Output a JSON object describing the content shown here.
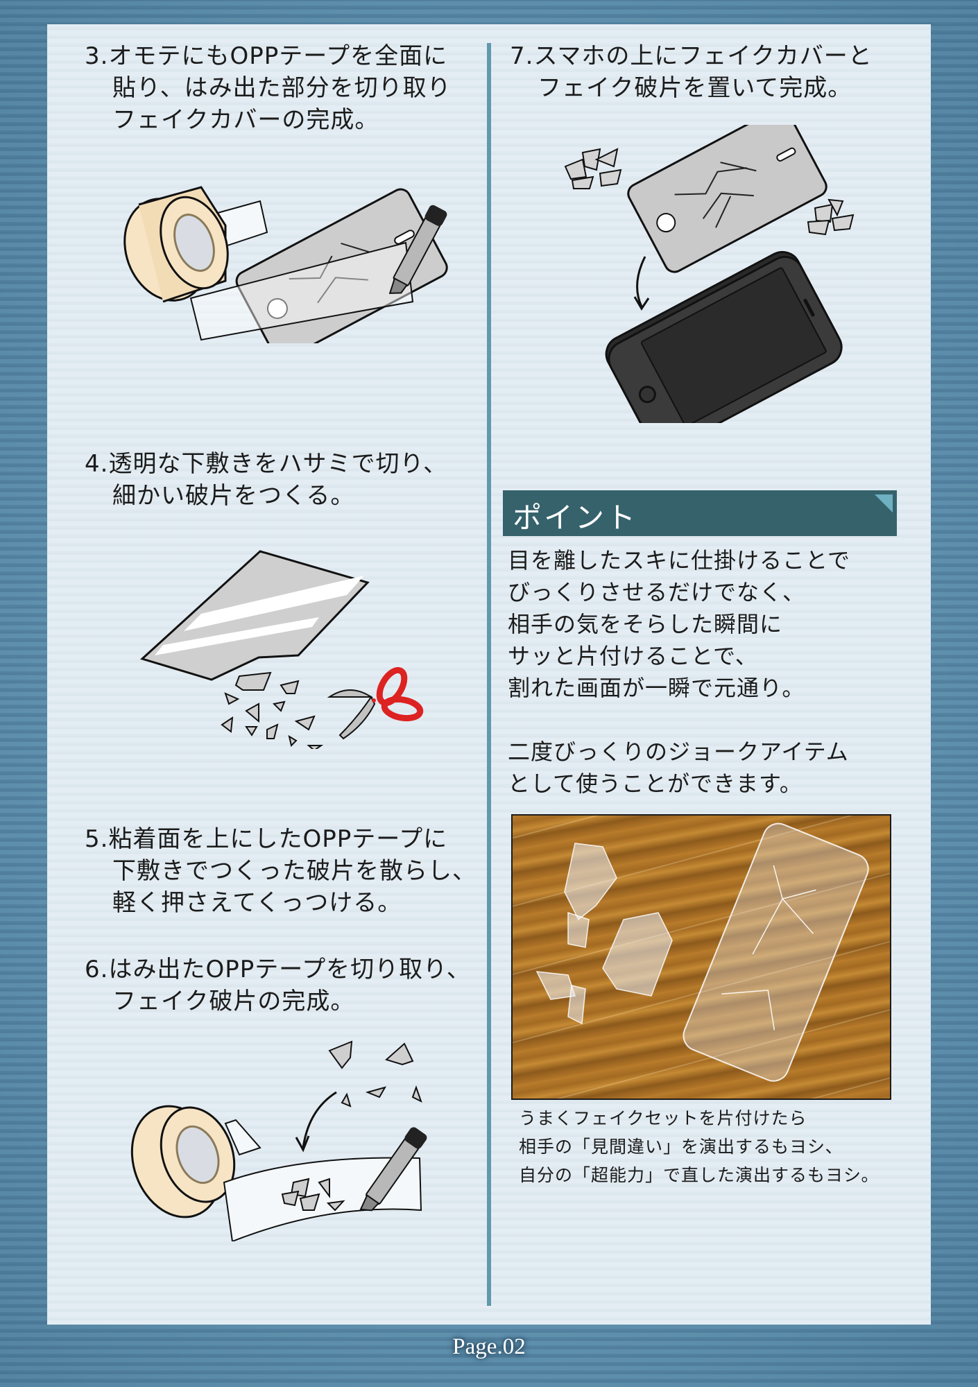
{
  "page": {
    "page_number": "Page.02",
    "colors": {
      "background": "#5d93b2",
      "panel": "#e1ebf1",
      "divider": "#5e9aab",
      "point_bar": "#36626c",
      "point_corner": "#6fb0c2",
      "text": "#1b1b1b"
    }
  },
  "left_column": {
    "steps": [
      {
        "number": "3.",
        "lines": [
          "3.オモテにもOPPテープを全面に",
          "貼り、はみ出た部分を切り取り",
          "フェイクカバーの完成。"
        ],
        "illustration": "tape-roll-and-fake-cracked-cover-with-cutter-illustration"
      },
      {
        "number": "4.",
        "lines": [
          "4.透明な下敷きをハサミで切り、",
          "細かい破片をつくる。"
        ],
        "illustration": "clear-sheet-cut-into-fragments-with-scissors-illustration"
      },
      {
        "number": "5.",
        "lines": [
          "5.粘着面を上にしたOPPテープに",
          "下敷きでつくった破片を散らし、",
          "軽く押さえてくっつける。"
        ]
      },
      {
        "number": "6.",
        "lines": [
          "6.はみ出たOPPテープを切り取り、",
          "フェイク破片の完成。"
        ],
        "illustration": "fragments-stuck-on-tape-with-cutter-illustration"
      }
    ]
  },
  "right_column": {
    "step7": {
      "number": "7.",
      "lines": [
        "7.スマホの上にフェイクカバーと",
        "フェイク破片を置いて完成。"
      ],
      "illustration": "fake-cover-placed-on-smartphone-illustration"
    },
    "point": {
      "heading": "ポイント",
      "paragraph1": [
        "目を離したスキに仕掛けることで",
        "びっくりさせるだけでなく、",
        "相手の気をそらした瞬間に",
        "サッと片付けることで、",
        "割れた画面が一瞬で元通り。"
      ],
      "paragraph2": [
        "二度びっくりのジョークアイテム",
        "として使うことができます。"
      ]
    },
    "photo": {
      "subject": "fake-cracked-screen-cover-and-fragments-on-wood-table-photo"
    },
    "caption": [
      "うまくフェイクセットを片付けたら",
      "相手の「見間違い」を演出するもヨシ、",
      "自分の「超能力」で直した演出するもヨシ。"
    ]
  }
}
